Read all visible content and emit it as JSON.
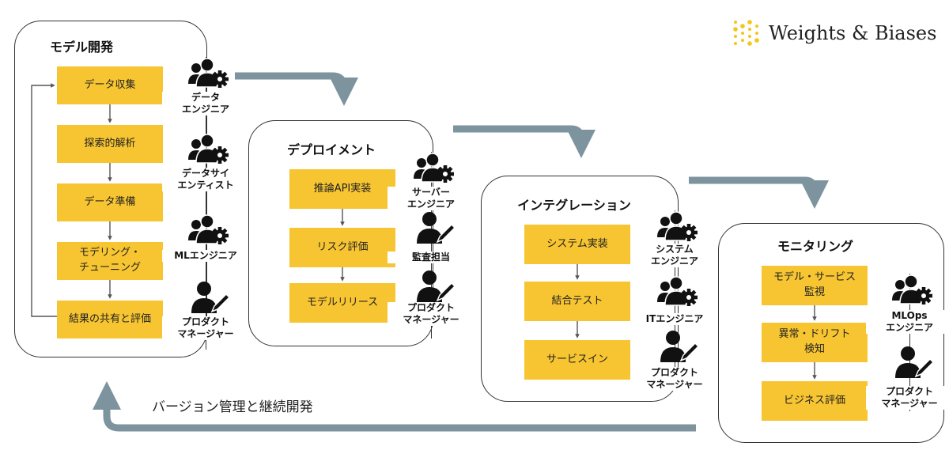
{
  "brand": {
    "name": "Weights & Biases",
    "logo_icon": "wandb-dots-icon",
    "dot_color": "#f5c518"
  },
  "colors": {
    "box": "#f7c531",
    "arrow": "#7d939e",
    "border": "#333333"
  },
  "panels": [
    {
      "title": "モデル開発",
      "steps": [
        "データ収集",
        "探索的解析",
        "データ準備",
        "モデリング・\nチューニング",
        "結果の共有と評価"
      ],
      "roles": [
        {
          "label": "データ\nエンジニア",
          "icon": "people-gear-icon"
        },
        {
          "label": "データサイ\nエンティスト",
          "icon": "people-gear-icon"
        },
        {
          "label": "MLエンジニア",
          "icon": "people-gear-icon"
        },
        {
          "label": "プロダクト\nマネージャー",
          "icon": "person-pencil-icon"
        }
      ]
    },
    {
      "title": "デプロイメント",
      "steps": [
        "推論API実装",
        "リスク評価",
        "モデルリリース"
      ],
      "roles": [
        {
          "label": "サーバー\nエンジニア",
          "icon": "people-gear-icon"
        },
        {
          "label": "監査担当",
          "icon": "person-pencil-icon"
        },
        {
          "label": "プロダクト\nマネージャー",
          "icon": "person-pencil-icon"
        }
      ]
    },
    {
      "title": "インテグレーション",
      "steps": [
        "システム実装",
        "結合テスト",
        "サービスイン"
      ],
      "roles": [
        {
          "label": "システム\nエンジニア",
          "icon": "people-gear-icon"
        },
        {
          "label": "ITエンジニア",
          "icon": "people-gear-icon"
        },
        {
          "label": "プロダクト\nマネージャー",
          "icon": "person-pencil-icon"
        }
      ]
    },
    {
      "title": "モニタリング",
      "steps": [
        "モデル・サービス\n監視",
        "異常・ドリフト\n検知",
        "ビジネス評価"
      ],
      "roles": [
        {
          "label": "MLOps\nエンジニア",
          "icon": "people-gear-icon"
        },
        {
          "label": "プロダクト\nマネージャー",
          "icon": "person-pencil-icon"
        }
      ]
    }
  ],
  "loop_label": "バージョン管理と継続開発"
}
